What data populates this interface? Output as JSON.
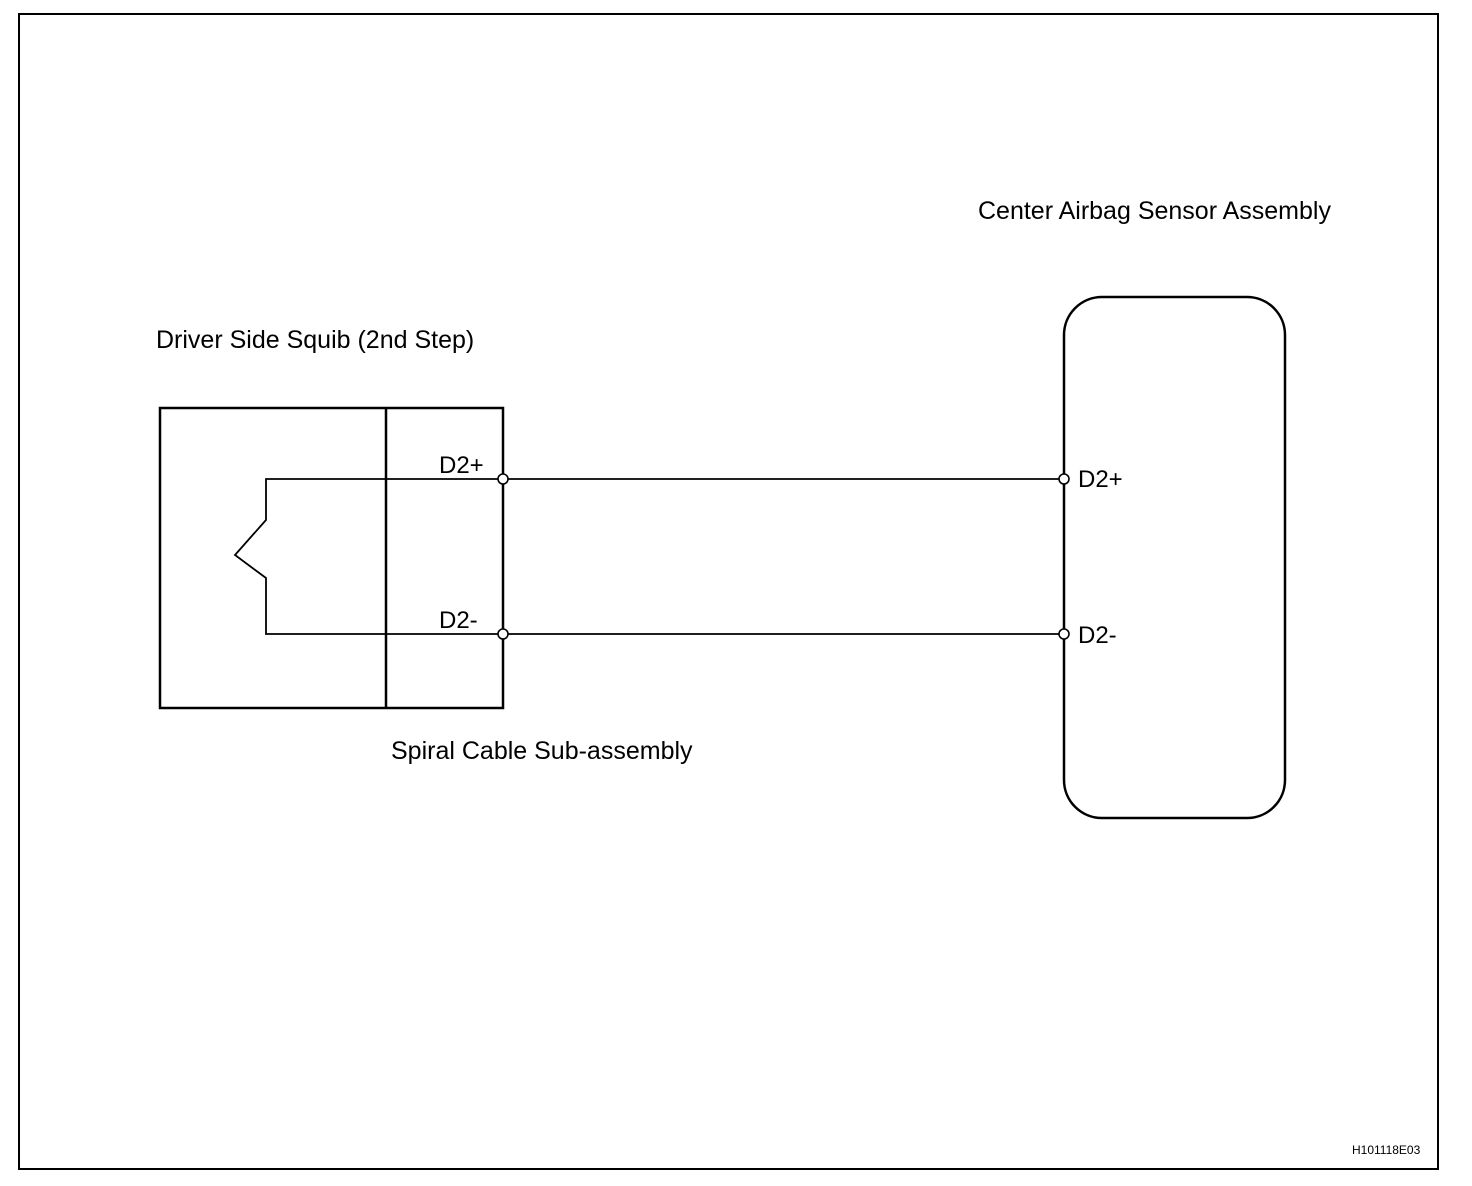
{
  "labels": {
    "driver_squib": "Driver Side Squib (2nd Step)",
    "spiral_cable": "Spiral Cable Sub-assembly",
    "airbag_sensor": "Center Airbag Sensor Assembly"
  },
  "pins": {
    "squib_plus": "D2+",
    "squib_minus": "D2-",
    "sensor_plus": "D2+",
    "sensor_minus": "D2-"
  },
  "figure_code": "H101118E03",
  "colors": {
    "line": "#000000",
    "background": "#ffffff"
  }
}
